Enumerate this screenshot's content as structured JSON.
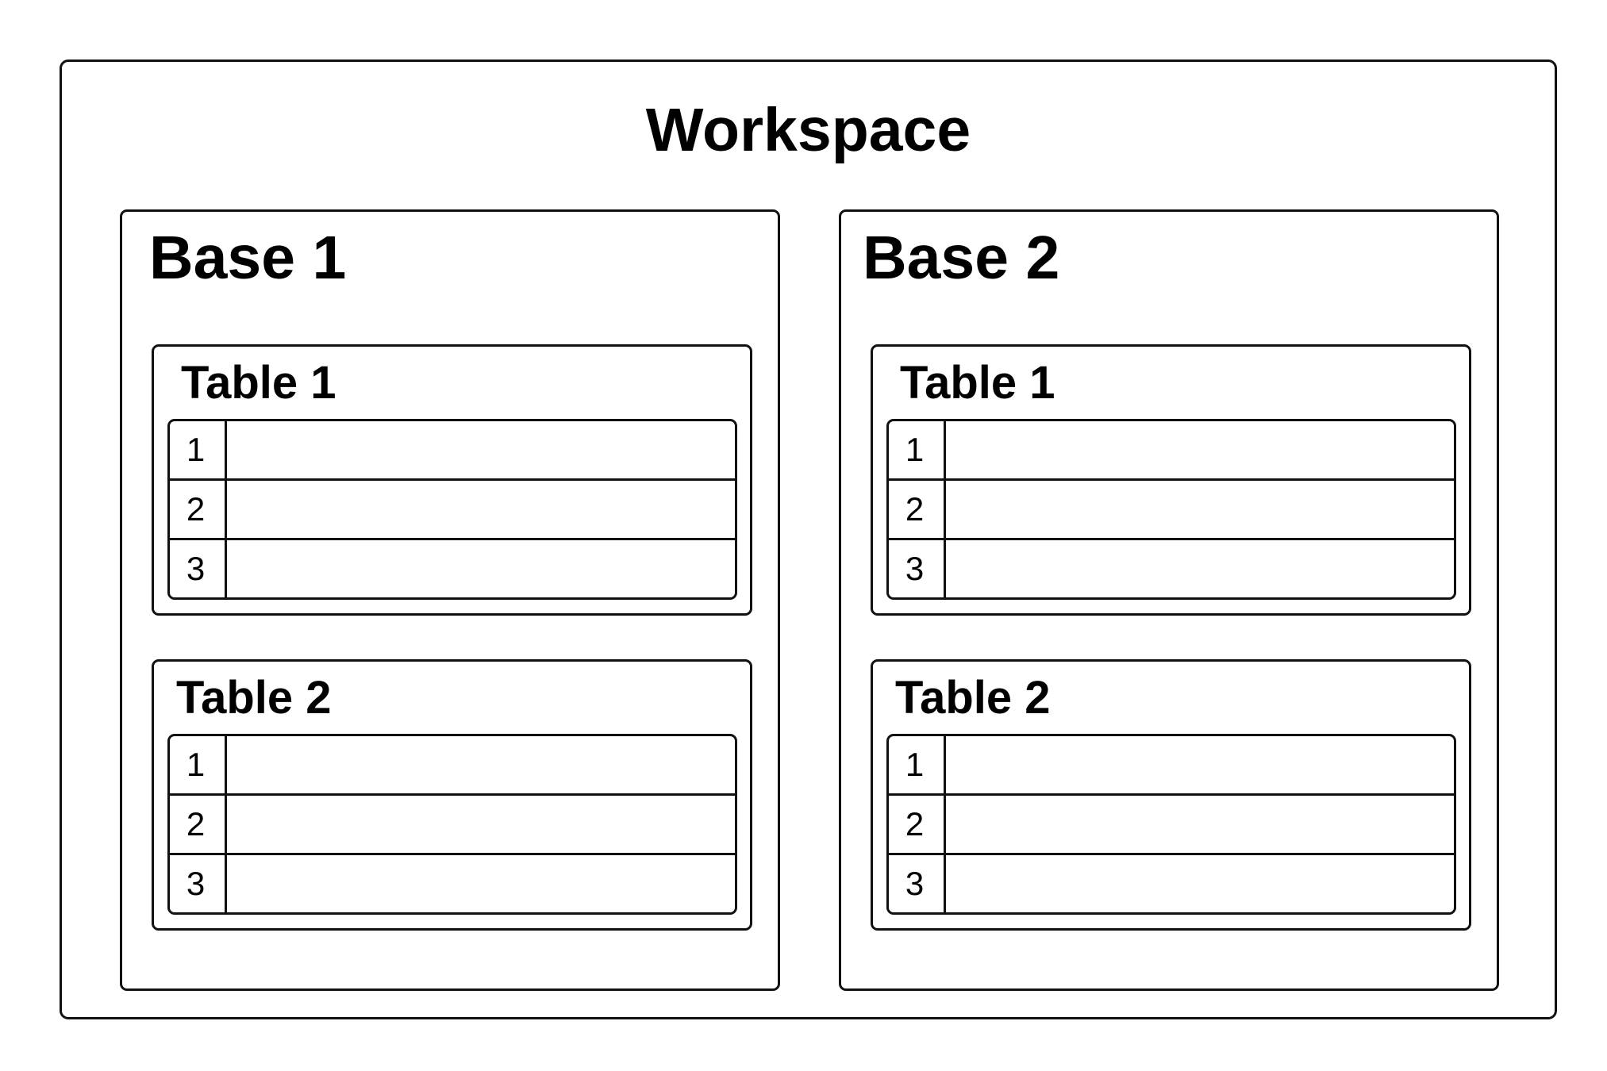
{
  "workspace": {
    "title": "Workspace",
    "bases": [
      {
        "title": "Base 1",
        "tables": [
          {
            "title": "Table 1",
            "rows": [
              "1",
              "2",
              "3"
            ]
          },
          {
            "title": "Table 2",
            "rows": [
              "1",
              "2",
              "3"
            ]
          }
        ]
      },
      {
        "title": "Base 2",
        "tables": [
          {
            "title": "Table 1",
            "rows": [
              "1",
              "2",
              "3"
            ]
          },
          {
            "title": "Table 2",
            "rows": [
              "1",
              "2",
              "3"
            ]
          }
        ]
      }
    ]
  }
}
